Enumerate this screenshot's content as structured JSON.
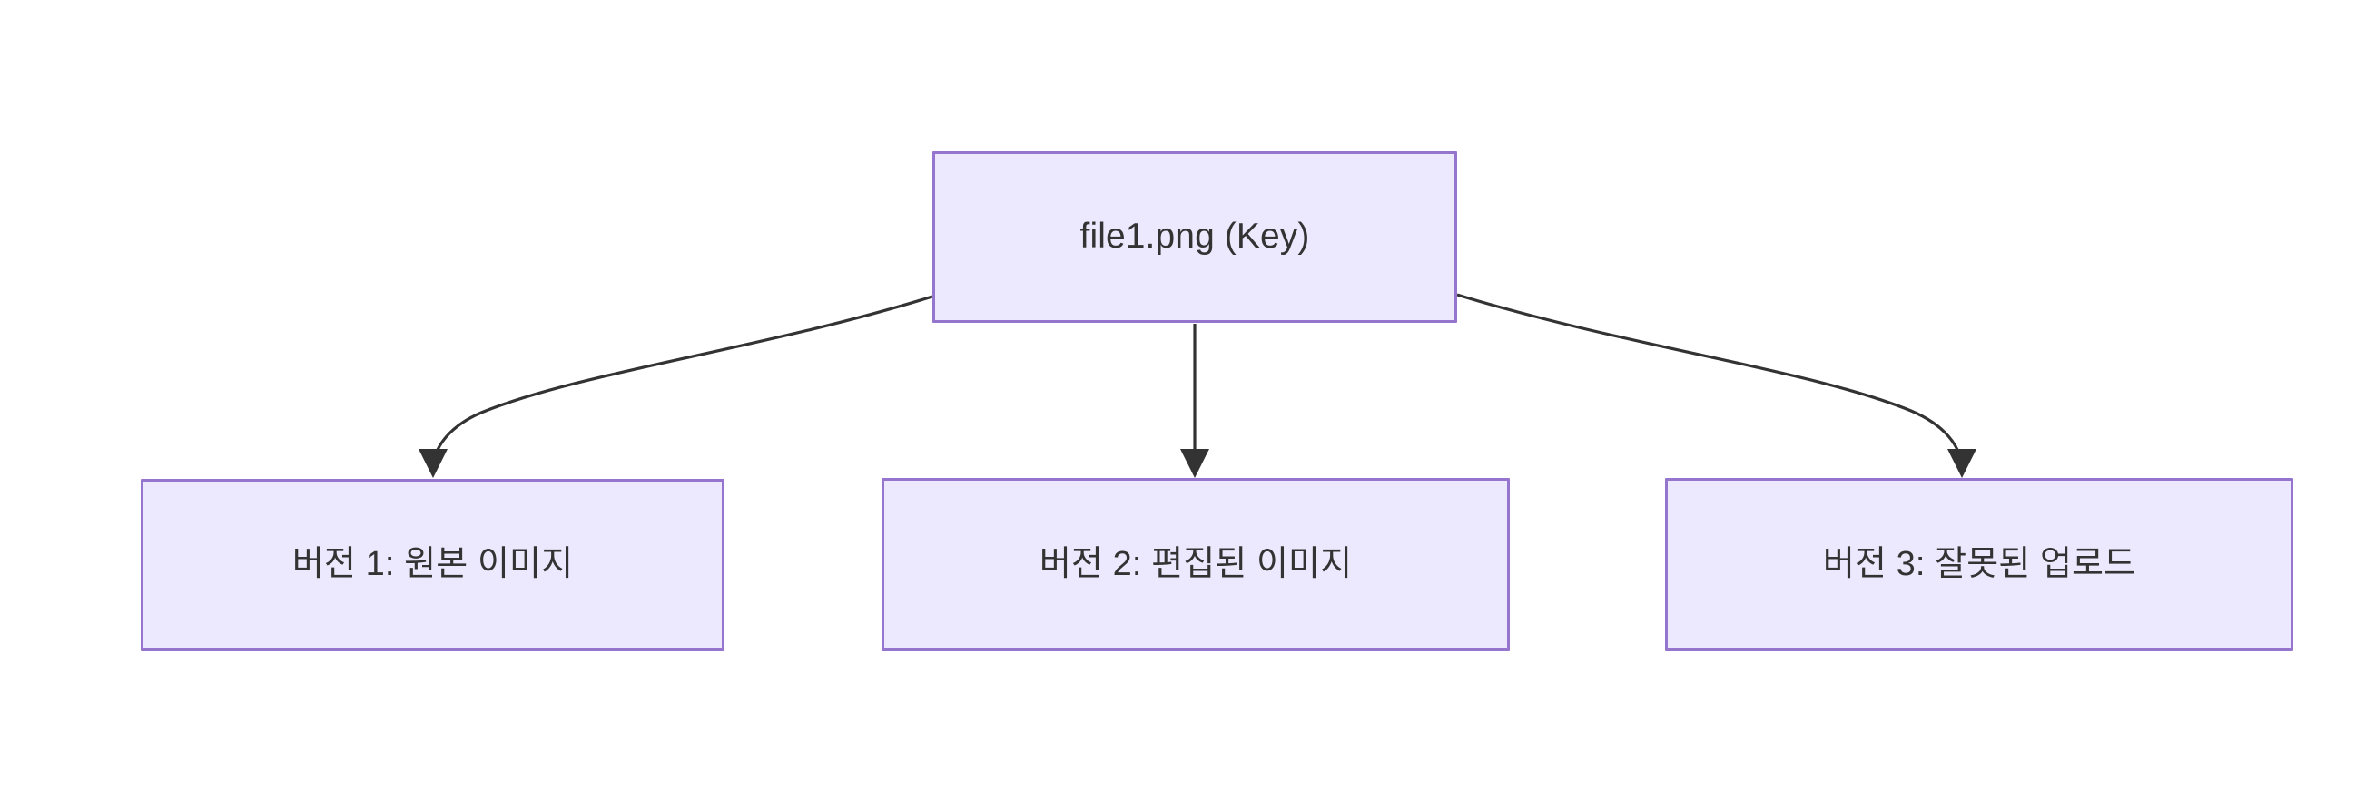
{
  "diagram": {
    "type": "flowchart",
    "direction": "top-down",
    "background_color": "#ffffff",
    "node_fill_color": "#ece8fd",
    "node_border_color": "#9575cd",
    "node_text_color": "#333333",
    "edge_color": "#333333",
    "root": {
      "id": "root",
      "label": "file1.png (Key)"
    },
    "children": [
      {
        "id": "v1",
        "label": "버전 1: 원본 이미지"
      },
      {
        "id": "v2",
        "label": "버전 2: 편집된 이미지"
      },
      {
        "id": "v3",
        "label": "버전 3: 잘못된 업로드"
      }
    ],
    "edges": [
      {
        "id": "edge-root-v1",
        "from": "root",
        "to": "v1",
        "label": "",
        "style": "curved-arrow"
      },
      {
        "id": "edge-root-v2",
        "from": "root",
        "to": "v2",
        "label": "",
        "style": "straight-arrow"
      },
      {
        "id": "edge-root-v3",
        "from": "root",
        "to": "v3",
        "label": "",
        "style": "curved-arrow"
      }
    ]
  }
}
